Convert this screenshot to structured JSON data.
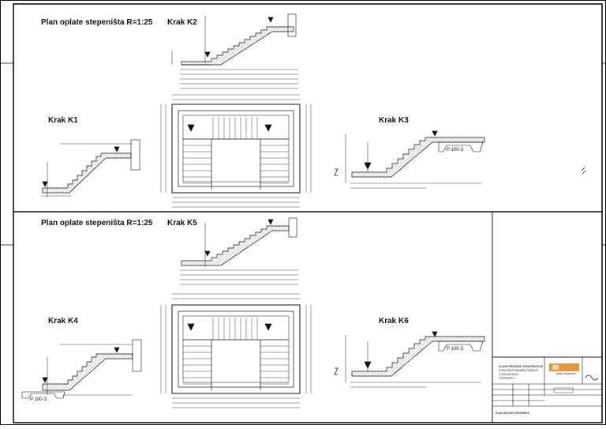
{
  "sheet": {
    "upper": {
      "title": "Plan oplate stepeništa R=1:25",
      "k1": "Krak K1",
      "k2": "Krak K2",
      "k3": "Krak K3",
      "k3_tag": "P 100-3"
    },
    "lower": {
      "title": "Plan oplate stepeništa R=1:25",
      "k4": "Krak K4",
      "k4_tag": "P 100-3",
      "k5": "Krak K5",
      "k6": "Krak K6",
      "k6_tag": "P 100-3"
    }
  },
  "title_block": {
    "project_lines": [
      "GLAVNI PROJEKAT KONSTRUKCIJE",
      "POSLOVNO-STAMBENI OBJEKAT",
      "U NOVOM SADU",
      "STEPENIŠTE"
    ],
    "logo_text": "Bosko Novakovic",
    "drawing_title": "PLAN OPLATE STEPENIŠTA"
  },
  "colors": {
    "line": "#111111",
    "logo_orange": "#e8963a",
    "hatch": "#555555"
  }
}
